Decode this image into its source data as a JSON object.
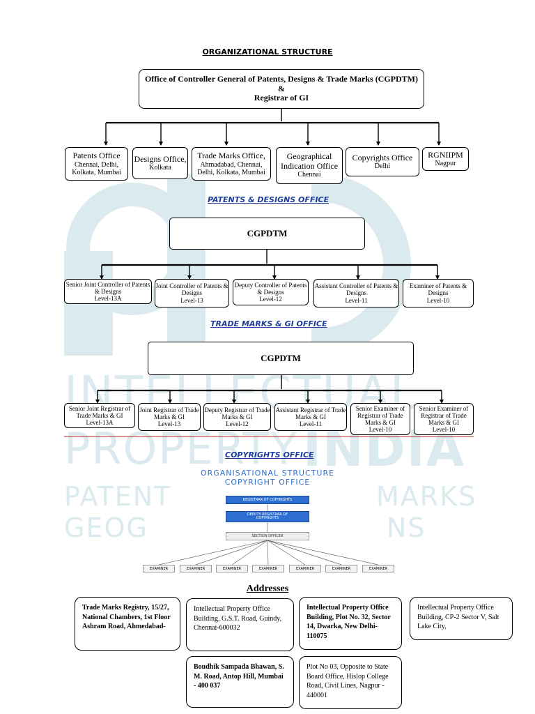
{
  "watermark": {
    "line1": "INTELLECTUAL",
    "line2a": "PROPERTY",
    "line2b": "INDIA",
    "line3a": "PATENT",
    "line3b": "MARKS",
    "line4a": "GEOG",
    "line4b": "NS"
  },
  "title": "ORGANIZATIONAL STRUCTURE",
  "top_box": {
    "line1": "Office of Controller General of Patents, Designs & Trade Marks (CGPDTM)",
    "line2": "&",
    "line3": "Registrar of GI"
  },
  "offices": [
    {
      "title": "Patents Office",
      "sub": "Chennai, Delhi, Kolkata, Mumbai"
    },
    {
      "title": "Designs Office,",
      "sub": "Kolkata"
    },
    {
      "title": "Trade Marks  Office,",
      "sub": "Ahmadabad, Chennai, Delhi, Kolkata, Mumbai"
    },
    {
      "title": "Geographical Indication Office",
      "sub": "Chennai"
    },
    {
      "title": "Copyrights Office",
      "sub": "Delhi"
    },
    {
      "title": "RGNIIPM",
      "sub": "Nagpur"
    }
  ],
  "patents_section": {
    "title": "PATENTS & DESIGNS OFFICE",
    "head": "CGPDTM",
    "children": [
      {
        "title": "Senior Joint Controller of Patents & Designs",
        "level": "Level-13A"
      },
      {
        "title": "Joint Controller of Patents & Designs",
        "level": "Level-13"
      },
      {
        "title": "Deputy Controller of Patents & Designs",
        "level": "Level-12"
      },
      {
        "title": "Assistant Controller of Patents & Designs",
        "level": "Level-11"
      },
      {
        "title": "Examiner of Patents & Designs",
        "level": "Level-10"
      }
    ]
  },
  "tm_section": {
    "title": "TRADE MARKS & GI OFFICE",
    "head": "CGPDTM",
    "children": [
      {
        "title": "Senior Joint Registrar of Trade Marks & GI",
        "level": "Level-13A"
      },
      {
        "title": "Joint Registrar of Trade Marks & GI",
        "level": "Level-13"
      },
      {
        "title": "Deputy Registrar of Trade Marks & GI",
        "level": "Level-12"
      },
      {
        "title": "Assistant Registrar of Trade Marks & GI",
        "level": "Level-11"
      },
      {
        "title": "Senior Examiner of Registrar of Trade Marks & GI",
        "level": "Level-10"
      },
      {
        "title": "Senior Examiner of Registrar of Trade Marks & GI",
        "level": "Level-10"
      }
    ]
  },
  "copyright_section": {
    "title": "COPYRIGHTS OFFICE",
    "org_line1": "ORGANISATIONAL STRUCTURE",
    "org_line2": "COPYRIGHT OFFICE",
    "registrar": "REGISTRAR OF COPYRIGHTS",
    "deputy": "DEPUTY REGISTRAR OF COPYRIGHTS",
    "section_officer": "SECTION OFFICER",
    "examiners": [
      "EXAMINER",
      "EXAMINER",
      "EXAMINER",
      "EXAMINER",
      "EXAMINER",
      "EXAMINER",
      "EXAMINER"
    ]
  },
  "addresses": {
    "title": "Addresses",
    "items": [
      {
        "text": "Trade Marks Registry, 15/27, National Chambers, 1st Floor Ashram Road, Ahmedabad-"
      },
      {
        "text": "Intellectual Property Office Building, G.S.T. Road, Guindy, Chennai-600032"
      },
      {
        "text": "Intellectual Property Office Building, Plot No. 32, Sector 14, Dwarka, New Delhi-110075"
      },
      {
        "text": "Intellectual Property Office Building, CP-2 Sector V, Salt Lake City,"
      },
      {
        "text": "Boudhik Sampada Bhawan, S. M. Road, Antop Hill, Mumbai - 400 037"
      },
      {
        "text": "Plot No 03, Opposite to State Board Office, Hislop College Road, Civil Lines, Nagpur - 440001"
      }
    ]
  },
  "colors": {
    "watermark": "#dbeaee",
    "section_title": "#1f3d9a",
    "copyright_blue": "#2f6fd1",
    "divider_red": "#c0504d"
  }
}
